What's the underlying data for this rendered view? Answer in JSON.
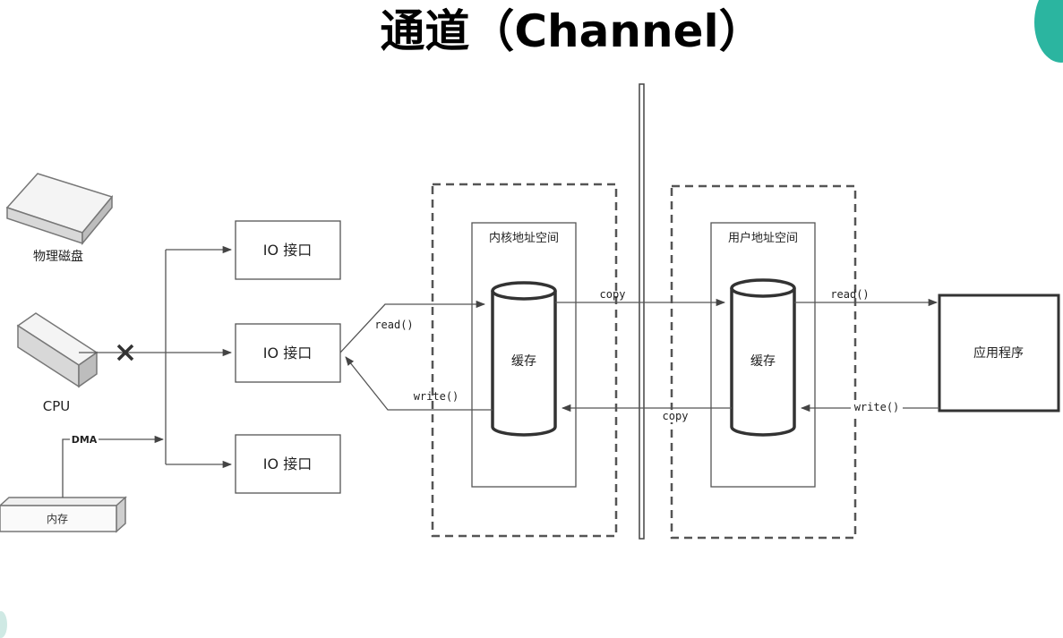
{
  "title": "通道（Channel）",
  "labels": {
    "disk": "物理磁盘",
    "cpu": "CPU",
    "memory": "内存",
    "dma": "DMA",
    "io1": "IO 接口",
    "io2": "IO 接口",
    "io3": "IO 接口",
    "kernel_space": "内核地址空间",
    "user_space": "用户地址空间",
    "kernel_cache": "缓存",
    "user_cache": "缓存",
    "app": "应用程序",
    "read_left": "read()",
    "write_left": "write()",
    "copy_top": "copy",
    "copy_bottom": "copy",
    "read_right": "read()",
    "write_right": "write()"
  }
}
